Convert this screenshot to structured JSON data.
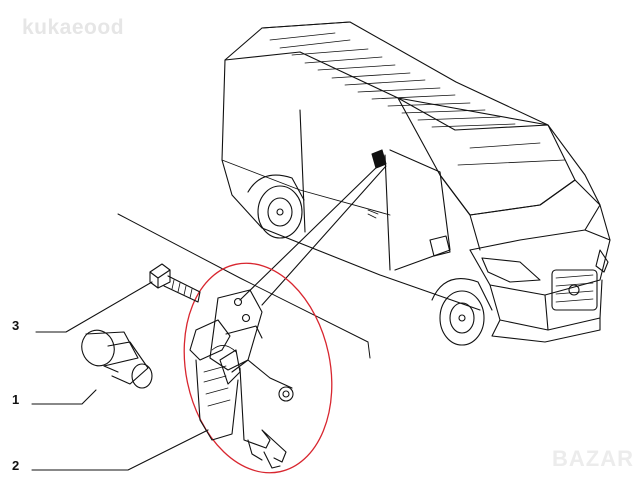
{
  "watermark": "kukaeood",
  "brand": "BAZAR",
  "callouts": [
    {
      "number": "3"
    },
    {
      "number": "1"
    },
    {
      "number": "2"
    }
  ],
  "colors": {
    "line": "#111111",
    "highlight": "#d8262f",
    "watermark": "#e6e6e6"
  }
}
